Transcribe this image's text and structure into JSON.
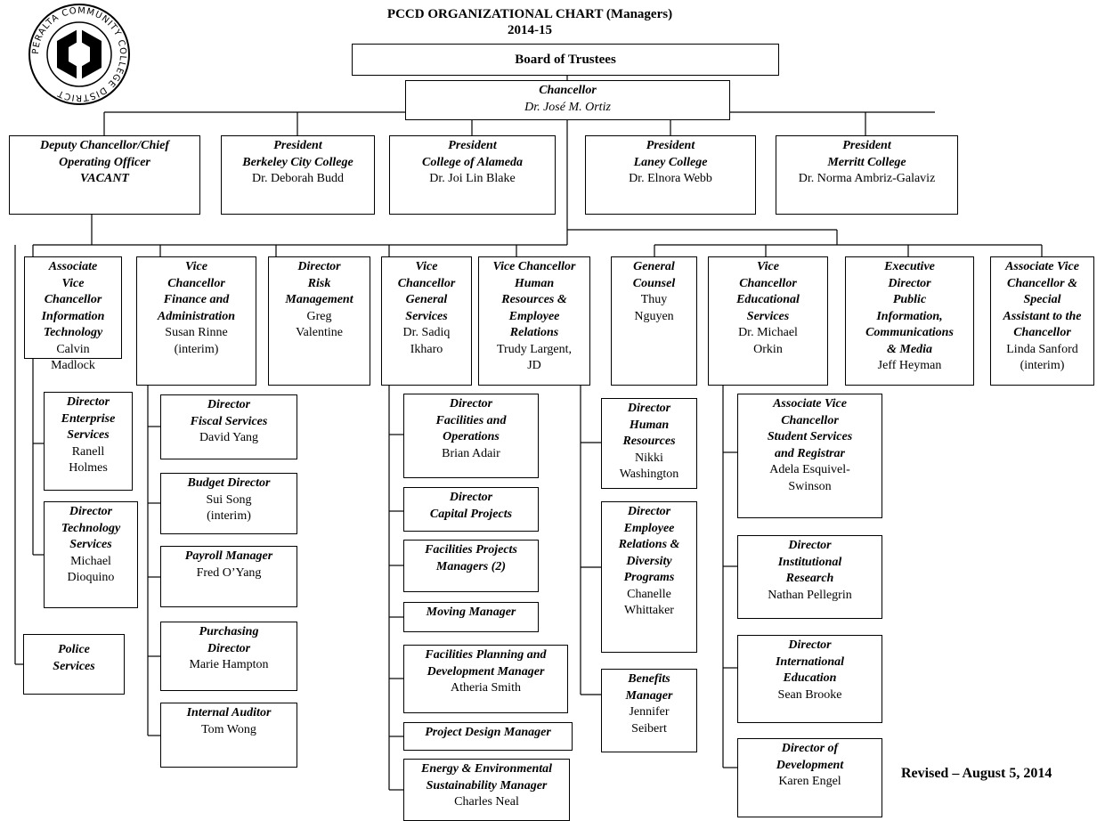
{
  "title": "PCCD ORGANIZATIONAL CHART (Managers)",
  "year": "2014-15",
  "revised": "Revised – August 5, 2014",
  "logo": {
    "text": "PERALTA COMMUNITY COLLEGE DISTRICT"
  },
  "boxes": {
    "board": {
      "title": [
        "Board of Trustees"
      ],
      "name": []
    },
    "chancellor": {
      "title": [
        "Chancellor"
      ],
      "name": [
        "Dr. José M. Ortiz"
      ]
    },
    "deputy": {
      "title": [
        "Deputy Chancellor/Chief",
        "Operating Officer",
        "VACANT"
      ],
      "name": []
    },
    "pres_berkeley": {
      "title": [
        "President",
        "Berkeley City College"
      ],
      "name": [
        "Dr. Deborah Budd"
      ]
    },
    "pres_alameda": {
      "title": [
        "President",
        "College of Alameda"
      ],
      "name": [
        "Dr. Joi Lin Blake"
      ]
    },
    "pres_laney": {
      "title": [
        "President",
        "Laney College"
      ],
      "name": [
        "Dr. Elnora Webb"
      ]
    },
    "pres_merritt": {
      "title": [
        "President",
        "Merritt College"
      ],
      "name": [
        "Dr. Norma Ambriz-Galaviz"
      ]
    },
    "avc_it": {
      "title": [
        "Associate",
        "Vice",
        "Chancellor",
        "Information",
        "Technology"
      ],
      "name": [
        "Calvin",
        "Madlock"
      ]
    },
    "vc_finance": {
      "title": [
        "Vice",
        "Chancellor",
        "Finance and",
        "Administration"
      ],
      "name": [
        "Susan Rinne",
        "(interim)"
      ]
    },
    "dir_risk": {
      "title": [
        "Director",
        "Risk",
        "Management"
      ],
      "name": [
        "Greg",
        "Valentine"
      ]
    },
    "vc_general": {
      "title": [
        "Vice",
        "Chancellor",
        "General",
        "Services"
      ],
      "name": [
        "Dr. Sadiq",
        "Ikharo"
      ]
    },
    "vc_hr": {
      "title": [
        "Vice Chancellor",
        "Human",
        "Resources &",
        "Employee",
        "Relations"
      ],
      "name": [
        "Trudy Largent,",
        "JD"
      ]
    },
    "counsel": {
      "title": [
        "General",
        "Counsel"
      ],
      "name": [
        "Thuy",
        "Nguyen"
      ]
    },
    "vc_edu": {
      "title": [
        "Vice",
        "Chancellor",
        "Educational",
        "Services"
      ],
      "name": [
        "Dr. Michael",
        "Orkin"
      ]
    },
    "exec_dir_pub": {
      "title": [
        "Executive",
        "Director",
        "Public",
        "Information,",
        "Communications",
        "& Media"
      ],
      "name": [
        "Jeff Heyman"
      ]
    },
    "avc_special": {
      "title": [
        "Associate Vice",
        "Chancellor &",
        "Special",
        "Assistant to the",
        "Chancellor"
      ],
      "name": [
        "Linda Sanford",
        "(interim)"
      ]
    },
    "dir_enterprise": {
      "title": [
        "Director",
        "Enterprise",
        "Services"
      ],
      "name": [
        "Ranell",
        "Holmes"
      ]
    },
    "dir_tech": {
      "title": [
        "Director",
        "Technology",
        "Services"
      ],
      "name": [
        "Michael",
        "Dioquino"
      ]
    },
    "police": {
      "title": [
        "Police",
        "Services"
      ],
      "name": []
    },
    "dir_fiscal": {
      "title": [
        "Director",
        "Fiscal Services"
      ],
      "name": [
        "David Yang"
      ]
    },
    "budget": {
      "title": [
        "Budget Director"
      ],
      "name": [
        "Sui Song",
        "(interim)"
      ]
    },
    "payroll": {
      "title": [
        "Payroll Manager"
      ],
      "name": [
        "Fred O’Yang"
      ]
    },
    "purchasing": {
      "title": [
        "Purchasing",
        "Director"
      ],
      "name": [
        "Marie Hampton"
      ]
    },
    "auditor": {
      "title": [
        "Internal Auditor"
      ],
      "name": [
        "Tom Wong"
      ]
    },
    "dir_facilities": {
      "title": [
        "Director",
        "Facilities and",
        "Operations"
      ],
      "name": [
        "Brian Adair"
      ]
    },
    "dir_capital": {
      "title": [
        "Director",
        "Capital Projects"
      ],
      "name": []
    },
    "fac_proj_mgr": {
      "title": [
        "Facilities Projects",
        "Managers (2)"
      ],
      "name": []
    },
    "moving": {
      "title": [
        "Moving Manager"
      ],
      "name": []
    },
    "fac_planning": {
      "title": [
        "Facilities Planning and",
        "Development Manager"
      ],
      "name": [
        "Atheria Smith"
      ]
    },
    "proj_design": {
      "title": [
        "Project Design Manager"
      ],
      "name": []
    },
    "energy": {
      "title": [
        "Energy & Environmental",
        "Sustainability Manager"
      ],
      "name": [
        "Charles Neal"
      ]
    },
    "dir_hr": {
      "title": [
        "Director",
        "Human",
        "Resources"
      ],
      "name": [
        "Nikki",
        "Washington"
      ]
    },
    "dir_emp_rel": {
      "title": [
        "Director",
        "Employee",
        "Relations &",
        "Diversity",
        "Programs"
      ],
      "name": [
        "Chanelle",
        "Whittaker"
      ]
    },
    "benefits": {
      "title": [
        "Benefits",
        "Manager"
      ],
      "name": [
        "Jennifer",
        "Seibert"
      ]
    },
    "avc_student": {
      "title": [
        "Associate Vice",
        "Chancellor",
        "Student Services",
        "and Registrar"
      ],
      "name": [
        "Adela Esquivel-",
        "Swinson"
      ]
    },
    "dir_research": {
      "title": [
        "Director",
        "Institutional",
        "Research"
      ],
      "name": [
        "Nathan Pellegrin"
      ]
    },
    "dir_intl": {
      "title": [
        "Director",
        "International",
        "Education"
      ],
      "name": [
        "Sean Brooke"
      ]
    },
    "dir_dev": {
      "title": [
        "Director of",
        "Development"
      ],
      "name": [
        "Karen Engel"
      ]
    }
  }
}
